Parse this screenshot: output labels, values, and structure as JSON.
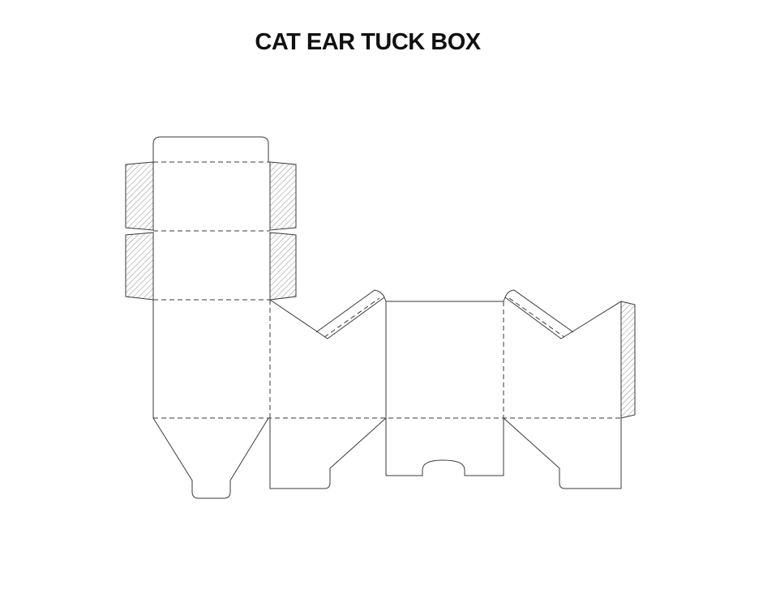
{
  "title": "CAT EAR TUCK BOX",
  "colors": {
    "line": "#3a3a3a",
    "hatch": "#8a8a8a",
    "title": "#111111",
    "background": "#ffffff"
  },
  "legend": {
    "cut_line": "solid",
    "fold_line": "dashed",
    "glue_area": "hatched"
  }
}
